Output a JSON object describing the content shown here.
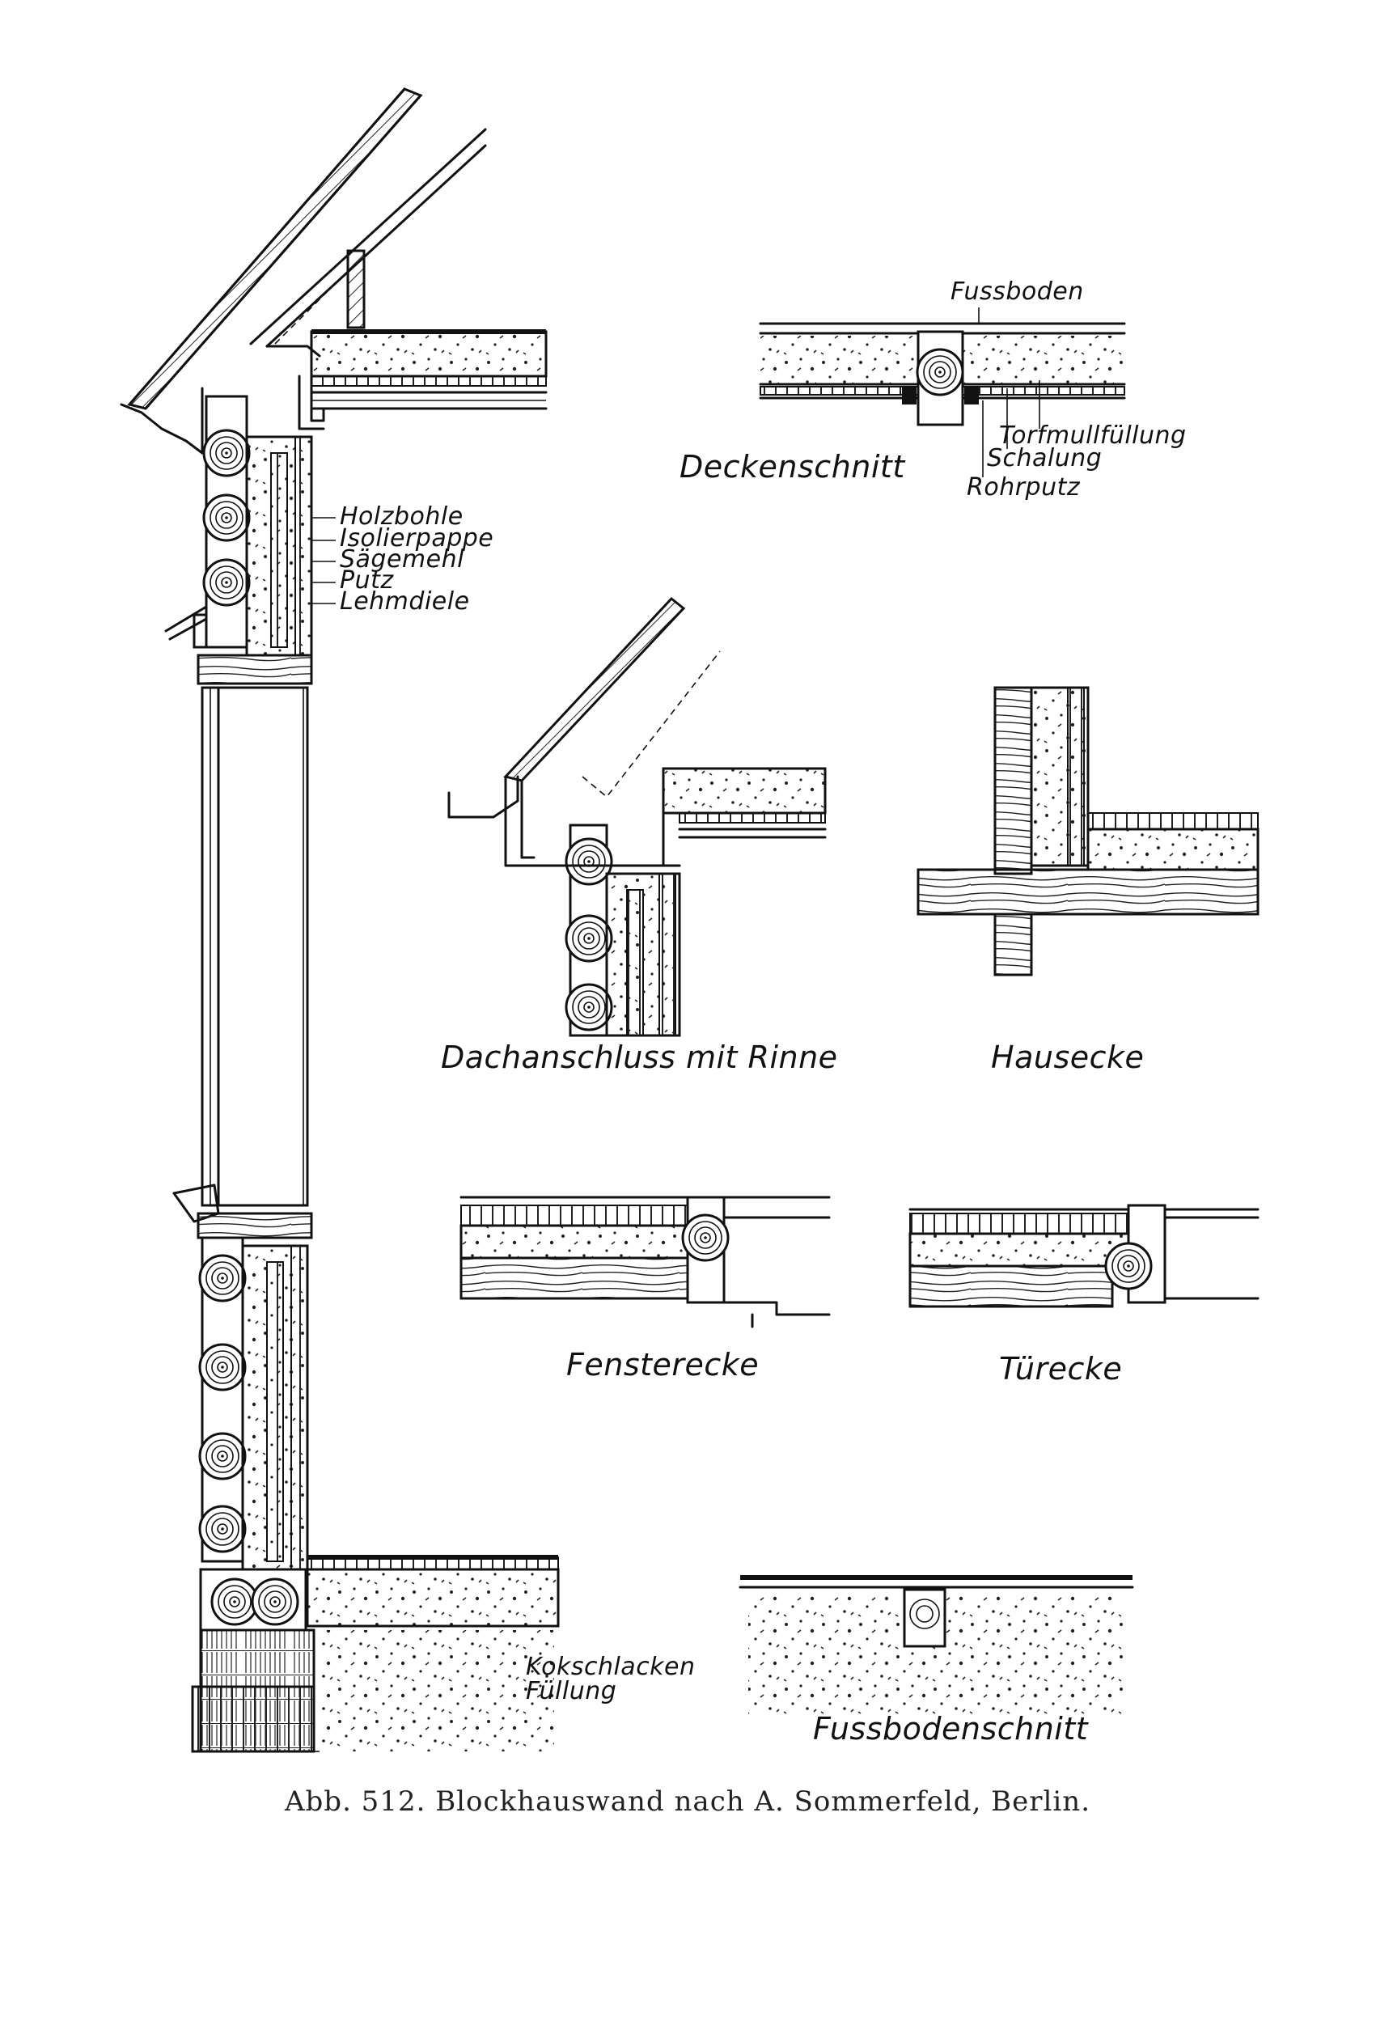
{
  "labels": {
    "wall_layers": [
      "Holzbohle",
      "Isolierpappe",
      "Sägemehl",
      "Putz",
      "Lehmdiele"
    ],
    "fussboden": "Fussboden",
    "ceiling_layers": [
      "Torfmullfüllung",
      "Schalung",
      "Rohrputz"
    ],
    "deckenschnitt": "Deckenschnitt",
    "dachanschluss": "Dachanschluss  mit  Rinne",
    "hausecke": "Hausecke",
    "fensterecke": "Fensterecke",
    "tuerecke": "Türecke",
    "kokschlacken_line1": "Kokschlacken",
    "kokschlacken_line2": "Füllung",
    "fussbodenschnitt": "Fussbodenschnitt"
  },
  "caption": "Abb. 512.  Blockhauswand nach A. Sommerfeld, Berlin.",
  "colors": {
    "ink": "#111111",
    "paper": "#ffffff"
  }
}
